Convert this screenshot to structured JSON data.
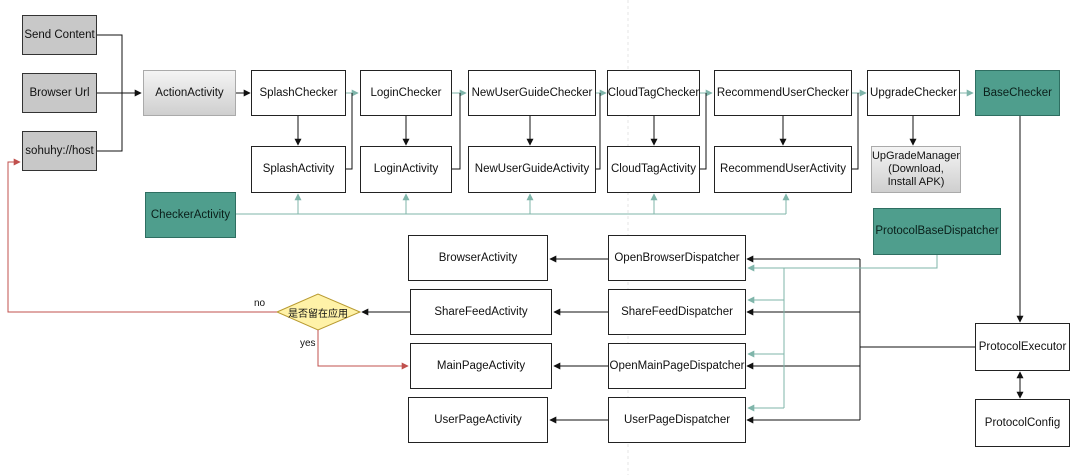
{
  "inputs": {
    "send_content": "Send Content",
    "browser_url": "Browser Url",
    "sohuhy_host": "sohuhy://host"
  },
  "action_activity": "ActionActivity",
  "checkers": {
    "splash": "SplashChecker",
    "login": "LoginChecker",
    "new_user_guide": "NewUserGuideChecker",
    "cloud_tag": "CloudTagChecker",
    "recommend_user": "RecommendUserChecker",
    "upgrade": "UpgradeChecker",
    "base": "BaseChecker"
  },
  "activities": {
    "splash": "SplashActivity",
    "login": "LoginActivity",
    "new_user_guide": "NewUserGuideActivity",
    "cloud_tag": "CloudTagActivity",
    "recommend_user": "RecommendUserActivity"
  },
  "upgrade_manager": "UpGradeManager\n(Download,\nInstall APK)",
  "checker_activity": "CheckerActivity",
  "protocol_base_dispatcher": "ProtocolBaseDispatcher",
  "dispatchers": {
    "open_browser": "OpenBrowserDispatcher",
    "share_feed": "ShareFeedDispatcher",
    "open_main_page": "OpenMainPageDispatcher",
    "user_page": "UserPageDispatcher"
  },
  "targets": {
    "browser": "BrowserActivity",
    "share_feed": "ShareFeedActivity",
    "main_page": "MainPageActivity",
    "user_page": "UserPageActivity"
  },
  "decision": {
    "question": "是否留在应用",
    "no_label": "no",
    "yes_label": "yes"
  },
  "protocol_executor": "ProtocolExecutor",
  "protocol_config": "ProtocolConfig",
  "colors": {
    "teal_fill": "#4f9e8d",
    "teal_arrow": "#7fb5aa",
    "red_arrow": "#c0504d",
    "decision_fill": "#fff2a8"
  }
}
